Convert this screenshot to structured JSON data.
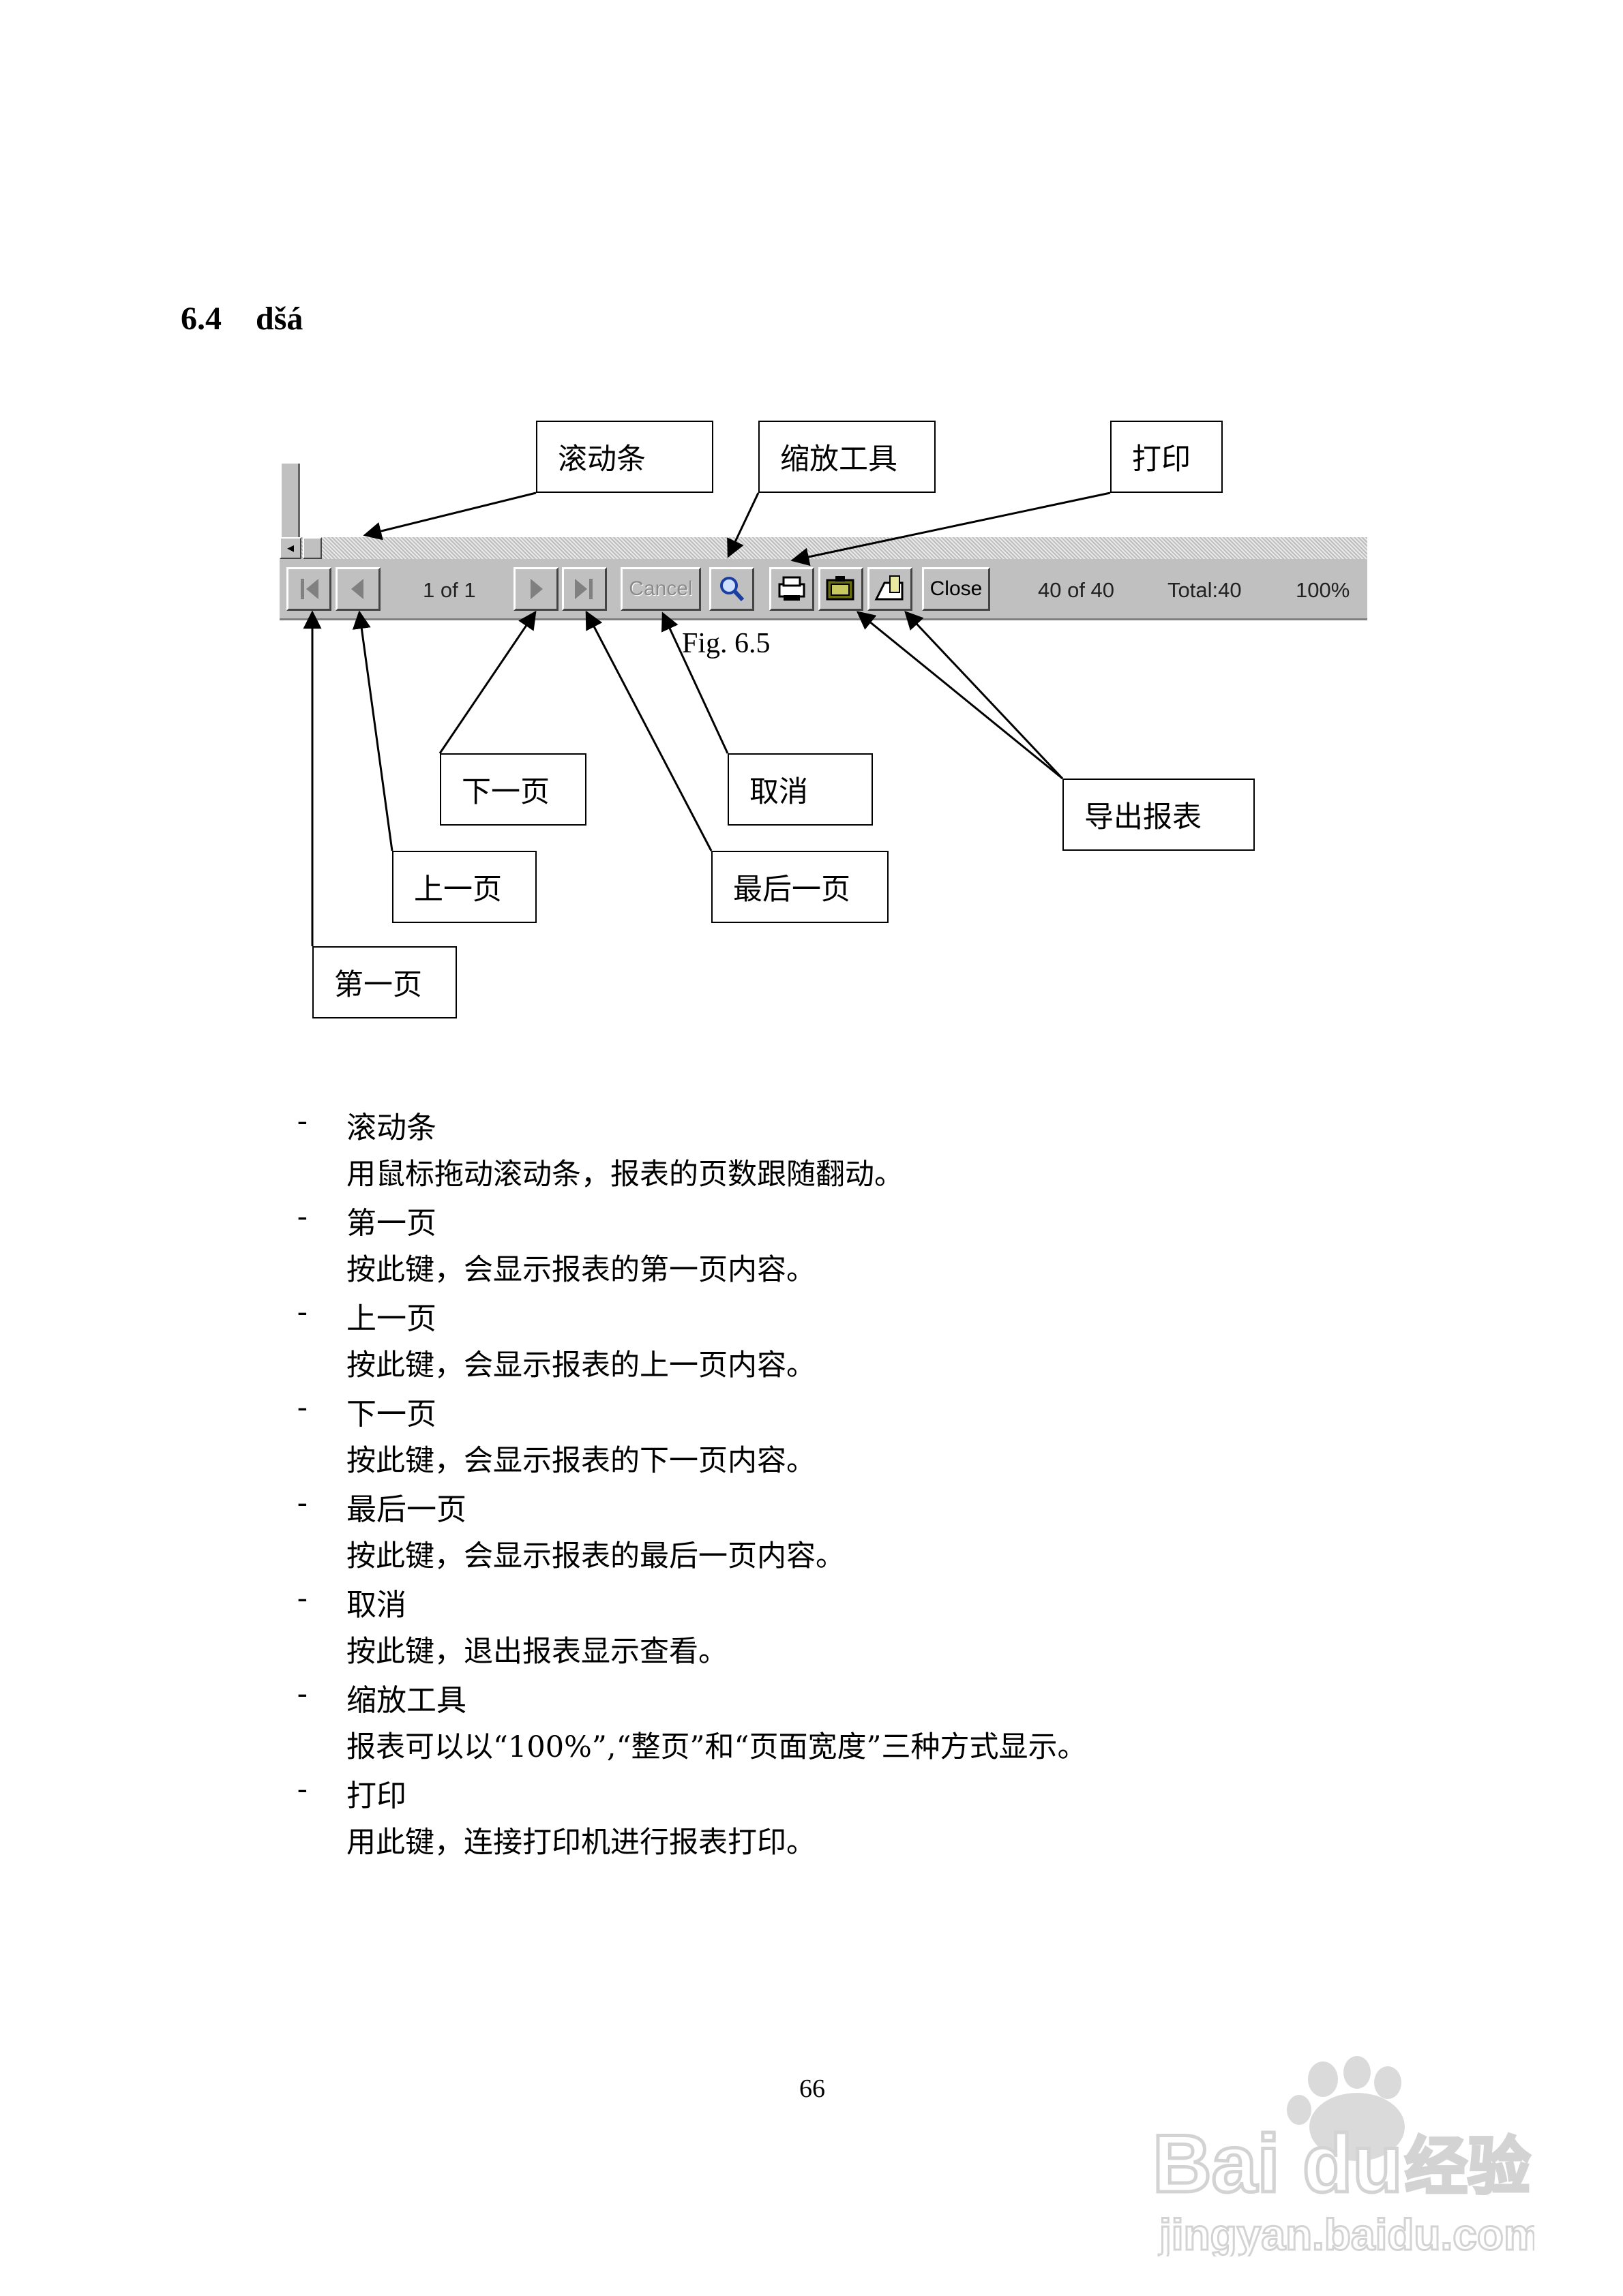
{
  "heading": {
    "number": "6.4",
    "title": "dšá"
  },
  "toolbar": {
    "page_status": "1 of 1",
    "cancel_label": "Cancel",
    "close_label": "Close",
    "record_status": "40 of 40",
    "total_status": "Total:40",
    "zoom_status": "100%",
    "scrollbar_arrow": "◂"
  },
  "figure_caption": "Fig. 6.5",
  "callouts": {
    "scrollbar": "滚动条",
    "zoom": "缩放工具",
    "print": "打印",
    "next": "下一页",
    "cancel": "取消",
    "export": "导出报表",
    "prev": "上一页",
    "last": "最后一页",
    "first": "第一页"
  },
  "items": [
    {
      "dash": "-",
      "title": "滚动条",
      "desc": "用鼠标拖动滚动条，报表的页数跟随翻动。"
    },
    {
      "dash": "-",
      "title": "第一页",
      "desc": "按此键，会显示报表的第一页内容。"
    },
    {
      "dash": "-",
      "title": "上一页",
      "desc": "按此键，会显示报表的上一页内容。"
    },
    {
      "dash": "-",
      "title": "下一页",
      "desc": "按此键，会显示报表的下一页内容。"
    },
    {
      "dash": "-",
      "title": "最后一页",
      "desc": "按此键，会显示报表的最后一页内容。"
    },
    {
      "dash": "-",
      "title": "取消",
      "desc": "按此键，退出报表显示查看。"
    },
    {
      "dash": "-",
      "title": "缩放工具",
      "desc": "报表可以以“100%”,“整页”和“页面宽度”三种方式显示。"
    },
    {
      "dash": "-",
      "title": "打印",
      "desc": "用此键，连接打印机进行报表打印。"
    }
  ],
  "page_number": "66",
  "watermark": {
    "brand": "Bai du 经验",
    "url": "jingyan.baidu.com"
  },
  "colors": {
    "toolbar_bg": "#c0c0c0",
    "icon_blue": "#1a3fa0",
    "icon_olive": "#6b6b10"
  }
}
